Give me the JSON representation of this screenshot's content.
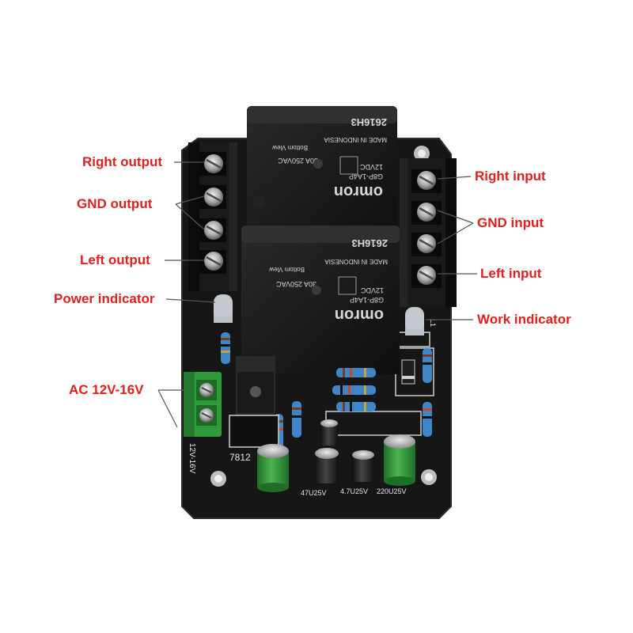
{
  "labels": {
    "right_output": "Right output",
    "gnd_output": "GND output",
    "left_output": "Left output",
    "power_indicator": "Power indicator",
    "ac_input": "AC 12V-16V",
    "right_input": "Right input",
    "gnd_input": "GND input",
    "left_input": "Left input",
    "work_indicator": "Work indicator"
  },
  "relays": [
    {
      "code": "2616H3",
      "brand": "omron",
      "model": "G8P-1A4P",
      "voltage": "12VDC",
      "rating": "30A 250VAC",
      "view": "Bottom View",
      "origin": "MADE IN INDONESIA"
    },
    {
      "code": "2616H3",
      "brand": "omron",
      "model": "G8P-1A4P",
      "voltage": "12VDC",
      "rating": "30A 250VAC",
      "view": "Bottom View",
      "origin": "MADE IN INDONESIA"
    }
  ],
  "board_markings": {
    "regulator": "7812",
    "supply": "12V-16V",
    "cap_1": "47U25V",
    "cap_2": "4.7U25V",
    "cap_3": "220U25V",
    "led_ref": "L1"
  },
  "colors": {
    "callout": "#e0201c",
    "pcb": "#151515",
    "terminal_green": "#2e9a3a",
    "capacitor_green": "#3a9c3c",
    "resistor_blue": "#3f86c8"
  }
}
